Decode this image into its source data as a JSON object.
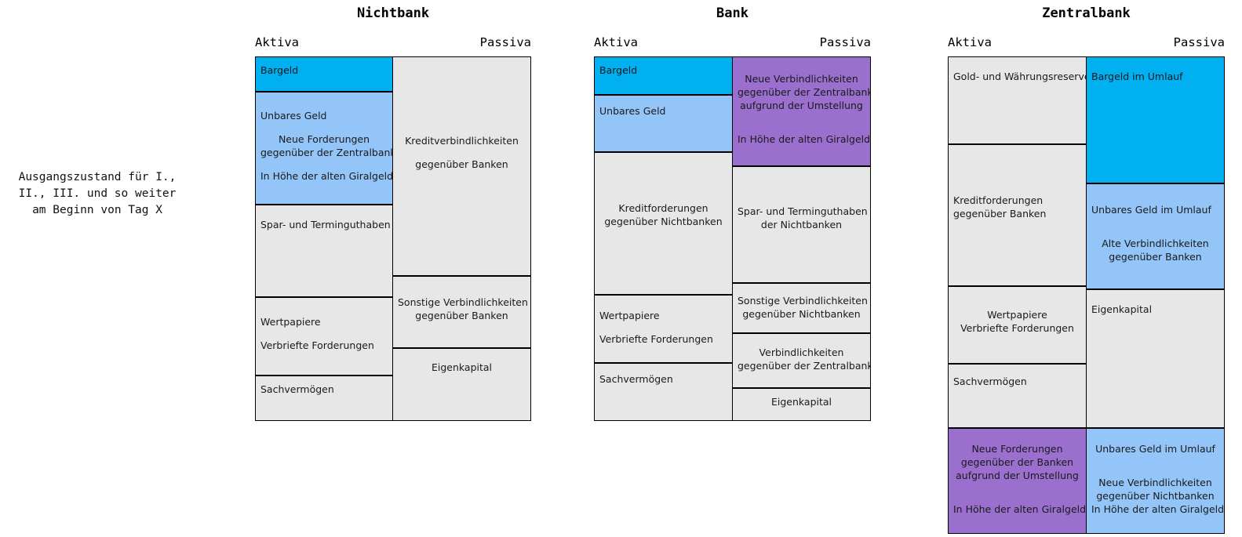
{
  "annotation": {
    "text": "Ausgangszustand für I.,\nII., III. und so weiter\nam Beginn von Tag X"
  },
  "colors": {
    "grey": "#e7e7e7",
    "cyan": "#00b0f0",
    "blue": "#93c5f8",
    "purple": "#9a6fce",
    "border": "#000000"
  },
  "labels": {
    "aktiva": "Aktiva",
    "passiva": "Passiva"
  },
  "panels": [
    {
      "id": "nichtbank",
      "title": "Nichtbank",
      "aktiva": [
        {
          "id": "bargeld",
          "fill": "cyan",
          "lines": [
            {
              "t": "Bargeld",
              "a": "left"
            }
          ]
        },
        {
          "id": "unbares-geld",
          "fill": "blue",
          "lines": [
            {
              "t": "Unbares Geld",
              "a": "left"
            },
            {
              "t": "",
              "a": "spacer"
            },
            {
              "t": "Neue Forderungen",
              "a": "center"
            },
            {
              "t": "gegenüber der Zentralbank",
              "a": "center"
            },
            {
              "t": "",
              "a": "spacer"
            },
            {
              "t": "In Höhe der alten Giralgelder",
              "a": "left"
            }
          ]
        },
        {
          "id": "spar-termin",
          "fill": "grey",
          "lines": [
            {
              "t": "Spar- und Terminguthaben",
              "a": "center"
            }
          ]
        },
        {
          "id": "wertpapiere",
          "fill": "grey",
          "lines": [
            {
              "t": "Wertpapiere",
              "a": "left"
            },
            {
              "t": "",
              "a": "spacer"
            },
            {
              "t": "Verbriefte Forderungen",
              "a": "left"
            }
          ]
        },
        {
          "id": "sachvermoegen",
          "fill": "grey",
          "lines": [
            {
              "t": "Sachvermögen",
              "a": "left"
            }
          ]
        }
      ],
      "passiva": [
        {
          "id": "kreditverbindlichkeiten",
          "fill": "grey",
          "lines": [
            {
              "t": "Kreditverbindlichkeiten",
              "a": "center"
            },
            {
              "t": "",
              "a": "spacer"
            },
            {
              "t": "gegenüber Banken",
              "a": "center"
            }
          ]
        },
        {
          "id": "sonstige-verbindlichkeiten",
          "fill": "grey",
          "lines": [
            {
              "t": "Sonstige Verbindlichkeiten",
              "a": "center"
            },
            {
              "t": "gegenüber Banken",
              "a": "center"
            }
          ]
        },
        {
          "id": "eigenkapital",
          "fill": "grey",
          "lines": [
            {
              "t": "Eigenkapital",
              "a": "center"
            }
          ]
        }
      ]
    },
    {
      "id": "bank",
      "title": "Bank",
      "aktiva": [
        {
          "id": "bargeld",
          "fill": "cyan",
          "lines": [
            {
              "t": "Bargeld",
              "a": "left"
            }
          ]
        },
        {
          "id": "unbares-geld",
          "fill": "blue",
          "lines": [
            {
              "t": "Unbares Geld",
              "a": "left"
            }
          ]
        },
        {
          "id": "kreditforderungen",
          "fill": "grey",
          "lines": [
            {
              "t": "Kreditforderungen",
              "a": "center"
            },
            {
              "t": "gegenüber Nichtbanken",
              "a": "center"
            }
          ]
        },
        {
          "id": "wertpapiere",
          "fill": "grey",
          "lines": [
            {
              "t": "Wertpapiere",
              "a": "left"
            },
            {
              "t": "",
              "a": "spacer"
            },
            {
              "t": "Verbriefte Forderungen",
              "a": "left"
            }
          ]
        },
        {
          "id": "sachvermoegen",
          "fill": "grey",
          "lines": [
            {
              "t": "Sachvermögen",
              "a": "left"
            }
          ]
        }
      ],
      "passiva": [
        {
          "id": "neue-verbindlichkeiten-zb",
          "fill": "purple",
          "lines": [
            {
              "t": "Neue Verbindlichkeiten",
              "a": "center"
            },
            {
              "t": "gegenüber der Zentralbank",
              "a": "center"
            },
            {
              "t": "aufgrund der Umstellung",
              "a": "center"
            },
            {
              "t": "",
              "a": "spacer"
            },
            {
              "t": "",
              "a": "spacer"
            },
            {
              "t": "In Höhe der alten Giralgelder",
              "a": "left"
            }
          ]
        },
        {
          "id": "spar-termin-nichtbanken",
          "fill": "grey",
          "lines": [
            {
              "t": "Spar- und Terminguthaben",
              "a": "center"
            },
            {
              "t": "der Nichtbanken",
              "a": "center"
            }
          ]
        },
        {
          "id": "sonstige-verbindlichkeiten",
          "fill": "grey",
          "lines": [
            {
              "t": "Sonstige Verbindlichkeiten",
              "a": "center"
            },
            {
              "t": "gegenüber Nichtbanken",
              "a": "center"
            }
          ]
        },
        {
          "id": "verbindlichkeiten-zb",
          "fill": "grey",
          "lines": [
            {
              "t": "Verbindlichkeiten",
              "a": "center"
            },
            {
              "t": "gegenüber der Zentralbank",
              "a": "center"
            }
          ]
        },
        {
          "id": "eigenkapital",
          "fill": "grey",
          "lines": [
            {
              "t": "Eigenkapital",
              "a": "center"
            }
          ]
        }
      ]
    },
    {
      "id": "zentralbank",
      "title": "Zentralbank",
      "aktiva": [
        {
          "id": "gold-waehrungsreserven",
          "fill": "grey",
          "lines": [
            {
              "t": "Gold- und Währungsreserven",
              "a": "left"
            }
          ]
        },
        {
          "id": "kreditforderungen-banken",
          "fill": "grey",
          "lines": [
            {
              "t": "Kreditforderungen",
              "a": "left"
            },
            {
              "t": "gegenüber Banken",
              "a": "left"
            }
          ]
        },
        {
          "id": "wertpapiere",
          "fill": "grey",
          "lines": [
            {
              "t": "Wertpapiere",
              "a": "center"
            },
            {
              "t": "Verbriefte Forderungen",
              "a": "center"
            }
          ]
        },
        {
          "id": "sachvermoegen",
          "fill": "grey",
          "lines": [
            {
              "t": "Sachvermögen",
              "a": "left"
            }
          ]
        },
        {
          "id": "neue-forderungen-banken",
          "fill": "purple",
          "lines": [
            {
              "t": "Neue Forderungen",
              "a": "center"
            },
            {
              "t": "gegenüber der Banken",
              "a": "center"
            },
            {
              "t": "aufgrund der Umstellung",
              "a": "center"
            },
            {
              "t": "",
              "a": "spacer"
            },
            {
              "t": "",
              "a": "spacer"
            },
            {
              "t": "In Höhe der alten Giralgelder",
              "a": "center"
            }
          ]
        }
      ],
      "passiva": [
        {
          "id": "bargeld-umlauf",
          "fill": "cyan",
          "lines": [
            {
              "t": "Bargeld im Umlauf",
              "a": "left"
            }
          ]
        },
        {
          "id": "unbares-geld-umlauf",
          "fill": "blue",
          "lines": [
            {
              "t": "Unbares Geld im Umlauf",
              "a": "left"
            },
            {
              "t": "",
              "a": "spacer"
            },
            {
              "t": "",
              "a": "spacer"
            },
            {
              "t": "Alte Verbindlichkeiten",
              "a": "center"
            },
            {
              "t": "gegenüber Banken",
              "a": "center"
            }
          ]
        },
        {
          "id": "eigenkapital",
          "fill": "grey",
          "lines": [
            {
              "t": "Eigenkapital",
              "a": "left"
            }
          ]
        },
        {
          "id": "unbares-geld-umlauf-2",
          "fill": "blue",
          "lines": [
            {
              "t": "Unbares Geld im Umlauf",
              "a": "center"
            },
            {
              "t": "",
              "a": "spacer"
            },
            {
              "t": "",
              "a": "spacer"
            },
            {
              "t": "Neue Verbindlichkeiten",
              "a": "center"
            },
            {
              "t": "gegenüber Nichtbanken",
              "a": "center"
            },
            {
              "t": "In Höhe der alten Giralgelder",
              "a": "center"
            }
          ]
        }
      ]
    }
  ],
  "geometry": {
    "nichtbank": {
      "panelLeft": 325,
      "panelWidth": 352,
      "aktivaLeft": 0,
      "aktivaWidth": 176,
      "passivaLeft": 175,
      "passivaWidth": 177,
      "aktivaTops": [
        72,
        117,
        261,
        379,
        479
      ],
      "aktivaBottoms": [
        117,
        261,
        379,
        479,
        537
      ],
      "passivaTops": [
        72,
        352,
        444
      ],
      "passivaBottoms": [
        352,
        444,
        537
      ]
    },
    "bank": {
      "panelLeft": 757,
      "panelWidth": 353,
      "aktivaLeft": 0,
      "aktivaWidth": 177,
      "passivaLeft": 176,
      "passivaWidth": 177,
      "aktivaTops": [
        72,
        121,
        194,
        376,
        463
      ],
      "aktivaBottoms": [
        121,
        194,
        376,
        463,
        537
      ],
      "passivaTops": [
        72,
        212,
        361,
        425,
        495
      ],
      "passivaBottoms": [
        212,
        361,
        425,
        495,
        537
      ]
    },
    "zentralbank": {
      "panelLeft": 1208,
      "panelWidth": 353,
      "aktivaLeft": 0,
      "aktivaWidth": 177,
      "passivaLeft": 176,
      "passivaWidth": 177,
      "aktivaTops": [
        72,
        184,
        365,
        464,
        546
      ],
      "aktivaBottoms": [
        184,
        365,
        464,
        546,
        681
      ],
      "passivaTops": [
        72,
        234,
        369,
        546
      ],
      "passivaBottoms": [
        234,
        369,
        546,
        681
      ]
    }
  }
}
